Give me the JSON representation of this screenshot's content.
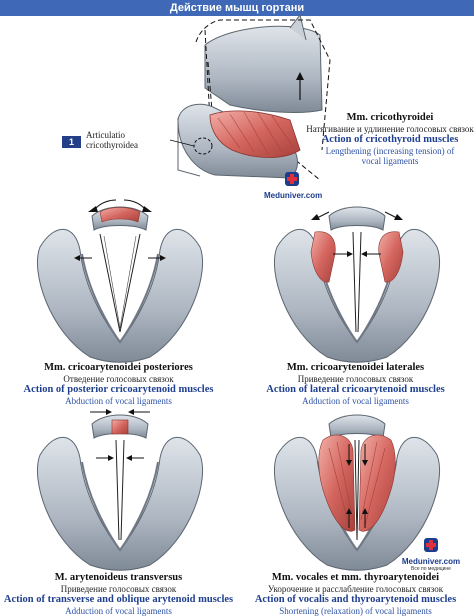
{
  "title": "Действие мышц гортани",
  "panels": [
    {
      "latin": "Mm. cricothyroidei",
      "russian": "Натягивание и удлинение голосовых связок",
      "english": "Action of cricothyroid muscles",
      "english_detail": "Lengthening (increasing tension) of vocal ligaments"
    },
    {
      "latin": "Mm. cricoarytenoidei posteriores",
      "russian": "Отведение голосовых связок",
      "english": "Action of posterior cricoarytenoid muscles",
      "english_detail": "Abduction of vocal ligaments"
    },
    {
      "latin": "Mm. cricoarytenoidei laterales",
      "russian": "Приведение голосовых связок",
      "english": "Action of lateral cricoarytenoid muscles",
      "english_detail": "Adduction of vocal ligaments"
    },
    {
      "latin": "M. arytenoideus transversus",
      "russian": "Приведение голосовых связок",
      "english": "Action of transverse and oblique arytenoid muscles",
      "english_detail": "Adduction of vocal ligaments"
    },
    {
      "latin": "Mm. vocales et mm. thyroarytenoidei",
      "russian": "Укорочение и расслабление голосовых связок",
      "english": "Action of vocalis and thyroarytenoid muscles",
      "english_detail": "Shortening (relaxation) of vocal ligaments"
    }
  ],
  "label": {
    "number": "1",
    "text_line1": "Articulatio",
    "text_line2": "cricothyroidea"
  },
  "logo": {
    "name": "Meduniver.com",
    "tagline": "Все по медицине"
  },
  "colors": {
    "title_bar": "#3f69b6",
    "english_caption": "#1f3f8f",
    "muscle": "#d4665f",
    "cartilage": "#b8c0c9"
  }
}
